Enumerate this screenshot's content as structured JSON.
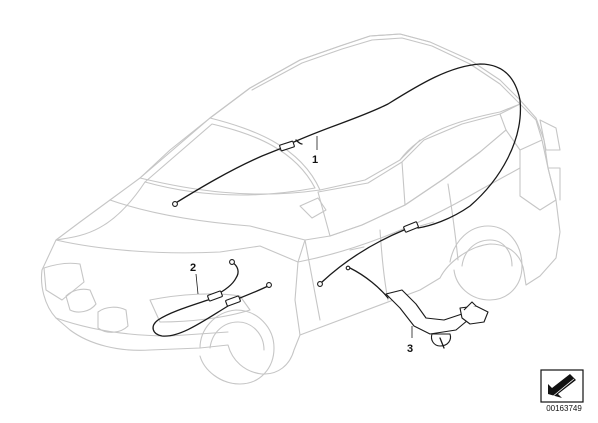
{
  "diagram": {
    "callouts": [
      {
        "id": "1",
        "label": "1"
      },
      {
        "id": "2",
        "label": "2"
      },
      {
        "id": "3",
        "label": "3"
      }
    ],
    "stamp_number": "00163749"
  },
  "colors": {
    "car_outline": "#c6c6c6",
    "cable": "#1a1a1a",
    "background": "#ffffff"
  },
  "icons": {
    "stamp": "arrow-down-left-icon"
  }
}
